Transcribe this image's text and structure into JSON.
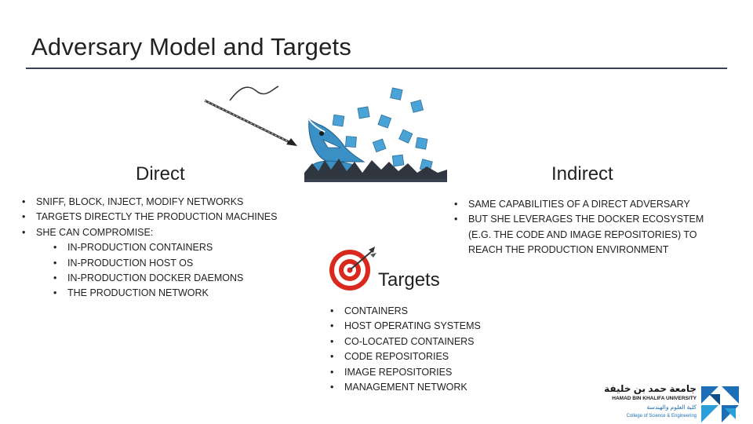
{
  "slide": {
    "title": "Adversary Model and Targets"
  },
  "direct": {
    "heading": "Direct",
    "items": [
      "SNIFF, BLOCK, INJECT, MODIFY NETWORKS",
      "TARGETS DIRECTLY THE PRODUCTION MACHINES",
      "SHE CAN COMPROMISE:"
    ],
    "subitems": [
      "IN-PRODUCTION CONTAINERS",
      "IN-PRODUCTION HOST OS",
      "IN-PRODUCTION DOCKER DAEMONS",
      "THE PRODUCTION NETWORK"
    ]
  },
  "indirect": {
    "heading": "Indirect",
    "items": [
      "SAME CAPABILITIES OF A DIRECT ADVERSARY",
      "BUT SHE LEVERAGES THE DOCKER ECOSYSTEM"
    ],
    "continuation": [
      "(E.G. THE CODE AND IMAGE REPOSITORIES) TO",
      "REACH THE PRODUCTION ENVIRONMENT"
    ]
  },
  "targets": {
    "heading": "Targets",
    "items": [
      "CONTAINERS",
      "HOST OPERATING SYSTEMS",
      "CO-LOCATED CONTAINERS",
      "CODE REPOSITORIES",
      "IMAGE REPOSITORIES",
      "MANAGEMENT NETWORK"
    ]
  },
  "logo": {
    "arabic_name": "جامعة حمد بن خليفة",
    "english_name": "HAMAD BIN KHALIFA UNIVERSITY",
    "arabic_college": "كلية العلوم والهندسة",
    "english_college": "College of Science & Engineering"
  },
  "icons": [
    "arrow-icon",
    "docker-whale-icon",
    "target-icon",
    "university-logo-icon"
  ],
  "colors": {
    "rule": "#3a4150",
    "whale": "#3a8fc4",
    "container": "#4aa3d6",
    "target_red": "#d9281e",
    "logo_blue": "#1c6fb6"
  }
}
